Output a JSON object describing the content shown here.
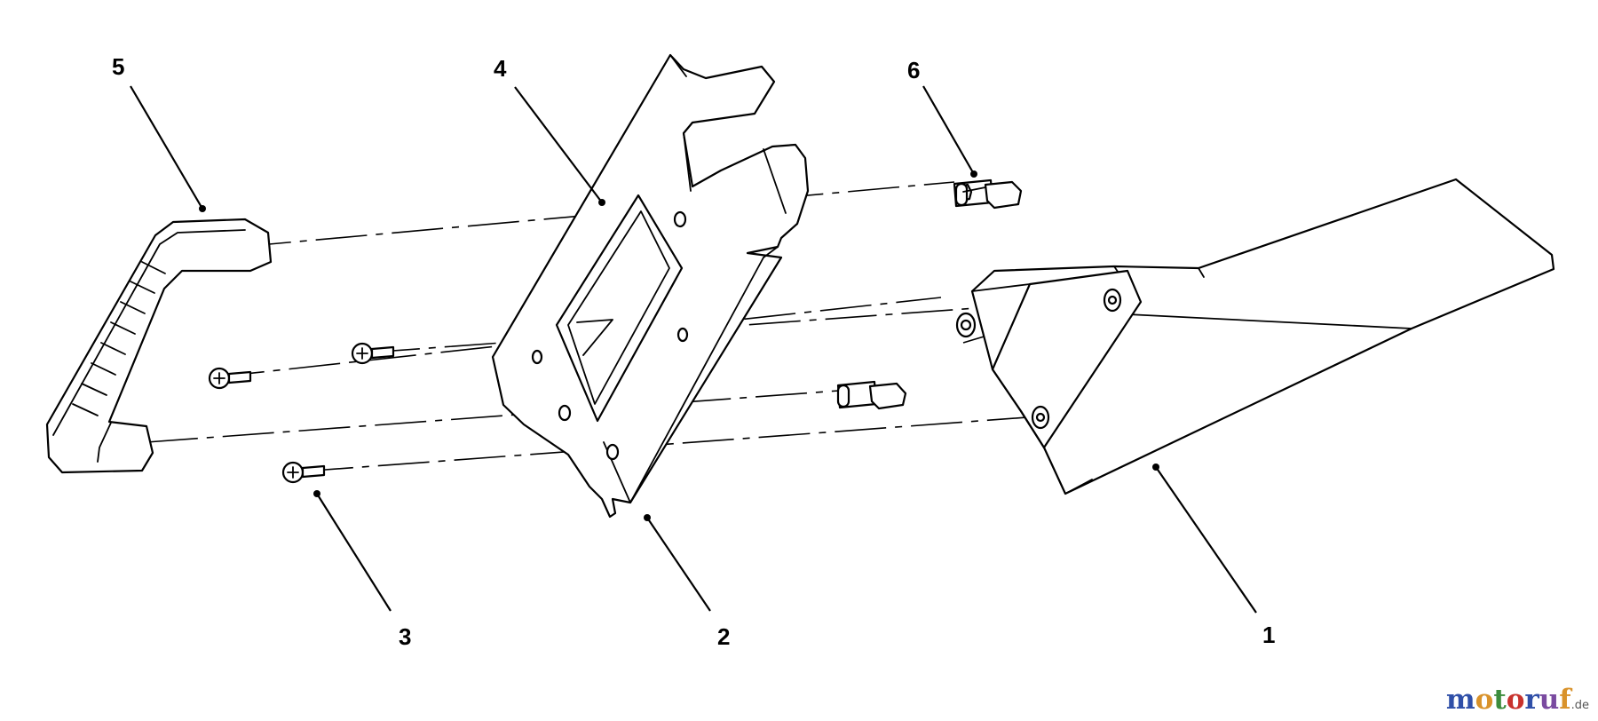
{
  "callouts": {
    "part_1": "1",
    "part_2": "2",
    "part_3": "3",
    "part_4": "4",
    "part_5": "5",
    "part_6": "6"
  },
  "watermark": {
    "letters": [
      "m",
      "o",
      "t",
      "o",
      "r",
      "u",
      "f"
    ],
    "colors": [
      "#2f4fa8",
      "#d9922a",
      "#3c8c3c",
      "#c8322d",
      "#2f4fa8",
      "#7a4aa0",
      "#d9922a"
    ],
    "suffix": ".de"
  }
}
